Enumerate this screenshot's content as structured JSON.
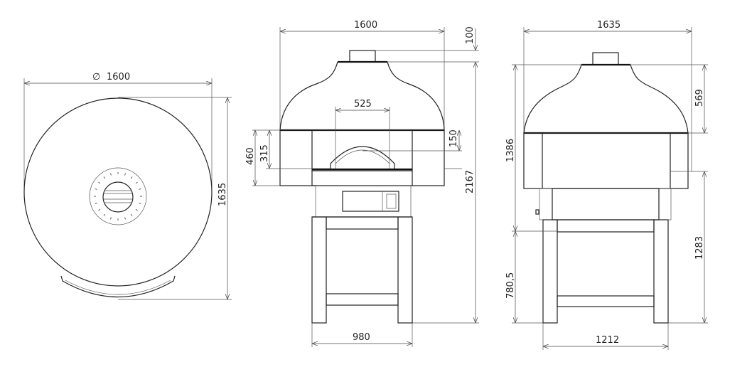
{
  "title": "Pizza oven dimensional drawing",
  "line_color": "#222222",
  "top_view": {
    "diameter_symbol": "∅",
    "diameter": "1600",
    "depth": "1635"
  },
  "front_view": {
    "width": "1600",
    "chimney_height": "100",
    "door_width": "525",
    "door_arch": "150",
    "door_height": "315",
    "chamber_height": "460",
    "total_height": "2167",
    "stand_width": "980"
  },
  "side_view": {
    "depth": "1635",
    "dome_height": "569",
    "oven_height": "1386",
    "stand_height": "780,5",
    "floor_height": "1283",
    "stand_depth": "1212"
  }
}
